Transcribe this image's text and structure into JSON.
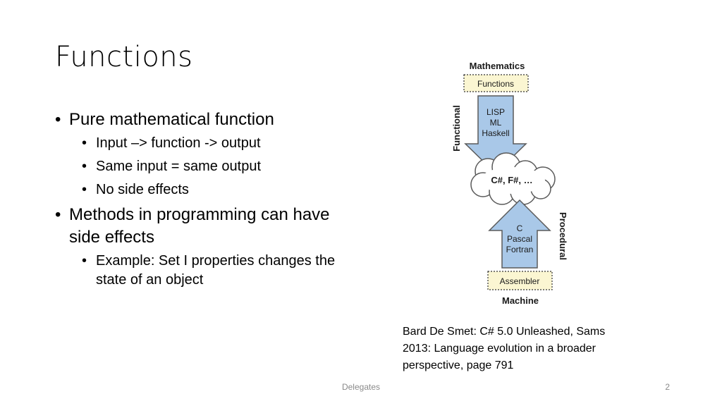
{
  "slide": {
    "title": "Functions",
    "bullets": [
      {
        "text": "Pure mathematical function",
        "sub": [
          "Input –> function -> output",
          "Same input = same output",
          "No side effects"
        ]
      },
      {
        "text": "Methods in programming can have side effects",
        "sub": [
          "Example: Set I properties changes the state of an object"
        ]
      }
    ]
  },
  "figure": {
    "top_label": "Mathematics",
    "top_box": "Functions",
    "left_side_label": "Functional",
    "down_arrow_lines": [
      "LISP",
      "ML",
      "Haskell"
    ],
    "cloud_text": "C#, F#, …",
    "right_side_label": "Procedural",
    "up_arrow_lines": [
      "C",
      "Pascal",
      "Fortran"
    ],
    "bottom_box": "Assembler",
    "bottom_label": "Machine",
    "colors": {
      "arrow_fill": "#a9c8e8",
      "arrow_stroke": "#5a5a5a",
      "box_fill": "#fbf6d2"
    }
  },
  "citation": "Bard De Smet: C# 5.0 Unleashed, Sams 2013: Language evolution in a broader perspective, page 791",
  "footer": {
    "center": "Delegates",
    "page_number": "2"
  }
}
